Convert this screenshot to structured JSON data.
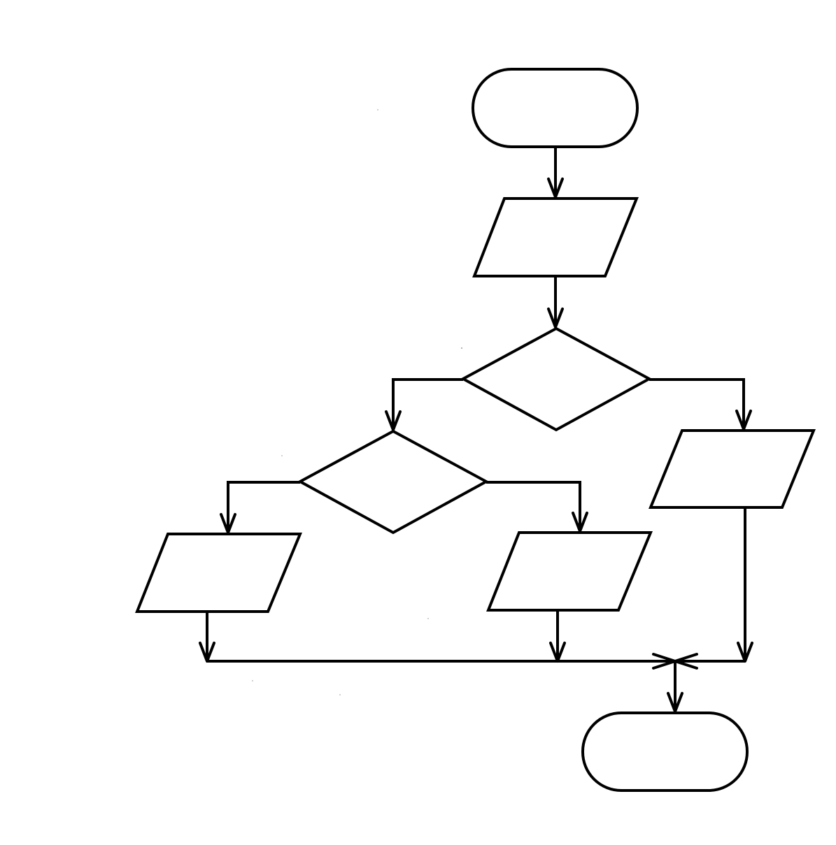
{
  "diagram": {
    "type": "flowchart",
    "colors": {
      "stroke": "#000000",
      "fill": "#ffffff",
      "background": "#ffffff"
    },
    "nodes": [
      {
        "id": "start",
        "shape": "terminator",
        "label": ""
      },
      {
        "id": "input",
        "shape": "parallelogram",
        "label": ""
      },
      {
        "id": "decision-1",
        "shape": "diamond",
        "label": ""
      },
      {
        "id": "decision-2",
        "shape": "diamond",
        "label": ""
      },
      {
        "id": "output-left",
        "shape": "parallelogram",
        "label": ""
      },
      {
        "id": "output-middle",
        "shape": "parallelogram",
        "label": ""
      },
      {
        "id": "output-right",
        "shape": "parallelogram",
        "label": ""
      },
      {
        "id": "end",
        "shape": "terminator",
        "label": ""
      }
    ],
    "edges": [
      {
        "from": "start",
        "to": "input"
      },
      {
        "from": "input",
        "to": "decision-1"
      },
      {
        "from": "decision-1",
        "to": "decision-2"
      },
      {
        "from": "decision-1",
        "to": "output-right"
      },
      {
        "from": "decision-2",
        "to": "output-left"
      },
      {
        "from": "decision-2",
        "to": "output-middle"
      },
      {
        "from": "output-left",
        "to": "end"
      },
      {
        "from": "output-middle",
        "to": "end"
      },
      {
        "from": "output-right",
        "to": "end"
      }
    ]
  }
}
